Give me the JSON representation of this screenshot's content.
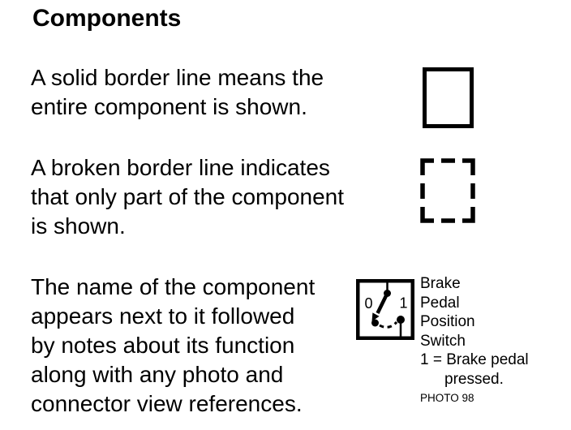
{
  "colors": {
    "ink": "#000000",
    "paper": "#ffffff"
  },
  "page_title": "Components",
  "legend": [
    {
      "text": "A solid border line means the\nentire component is shown."
    },
    {
      "text": "A broken border line indicates\nthat only part of the component\nis shown."
    },
    {
      "text": "The name of the component\nappears next to it followed\nby notes about its function\nalong with any photo and\nconnector view references."
    }
  ],
  "example_component": {
    "switch_label_off": "0",
    "switch_label_on": "1",
    "name": "Brake\nPedal\nPosition\nSwitch",
    "note": "1 = Brake pedal",
    "note_continued": "pressed.",
    "photo_ref": "PHOTO 98"
  }
}
